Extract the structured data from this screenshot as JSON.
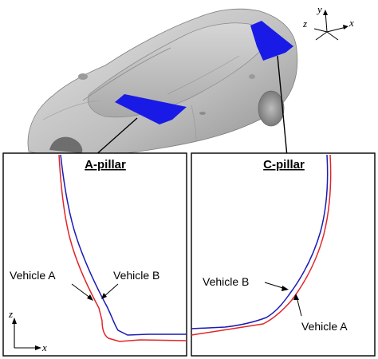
{
  "panels": {
    "left": {
      "title": "A-pillar",
      "labels": {
        "vehicle_a": "Vehicle A",
        "vehicle_b": "Vehicle B"
      }
    },
    "right": {
      "title": "C-pillar",
      "labels": {
        "vehicle_a": "Vehicle A",
        "vehicle_b": "Vehicle B"
      }
    }
  },
  "axes_3d": {
    "x": "x",
    "y": "y",
    "z": "z"
  },
  "axes_2d": {
    "x": "x",
    "z": "z"
  },
  "colors": {
    "vehicle_a": "#e0262a",
    "vehicle_b": "#1b1bb4",
    "highlight": "#1a1ae6",
    "car_body": "#c8c8c8"
  }
}
